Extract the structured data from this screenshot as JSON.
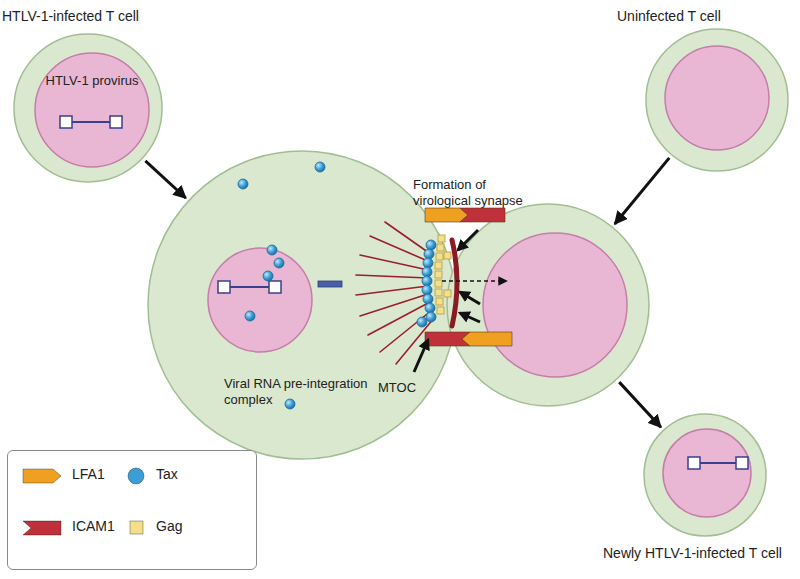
{
  "diagram": {
    "nodes": [
      {
        "text": [
          "HTLV-1-infected T cell"
        ]
      },
      {
        "text": [
          "HTLV-1 provirus"
        ],
        "in": 0
      },
      {
        "text": [
          "Uninfected T cell"
        ]
      },
      {
        "text": [
          "Viral RNA pre-integration complex",
          "MTOC"
        ]
      },
      {
        "text": [
          "Formation of virological synapse"
        ]
      },
      {
        "text": [
          "Newly HTLV-1-infected T cell"
        ]
      }
    ],
    "edges": [
      {
        "from": 0,
        "to": 3,
        "arrow": "to"
      },
      {
        "from": 2,
        "to": 4,
        "arrow": "to"
      },
      {
        "from": 4,
        "to": 5,
        "arrow": "to"
      }
    ],
    "legend": [
      {
        "text": "LFA1",
        "color": "#f0a020"
      },
      {
        "text": "Tax",
        "color": "#3b9fd6"
      },
      {
        "text": "ICAM1",
        "color": "#c0303a"
      },
      {
        "text": "Gag",
        "color": "#f3e08a"
      }
    ]
  }
}
